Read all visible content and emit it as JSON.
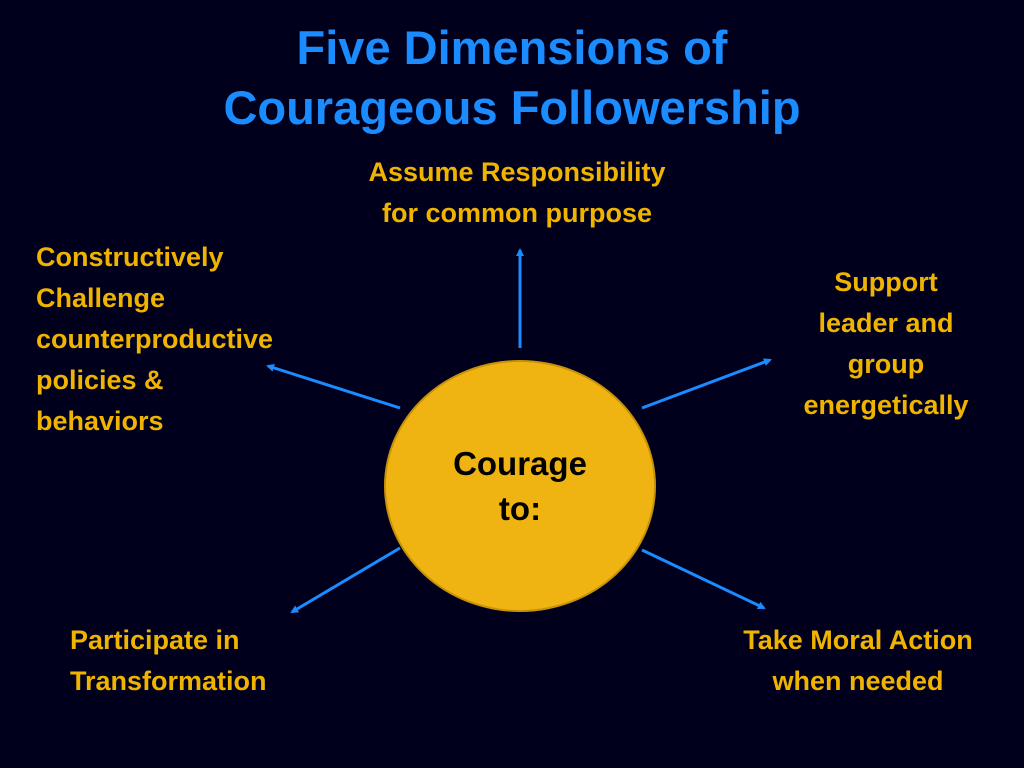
{
  "title": {
    "line1": "Five Dimensions of",
    "line2": "Courageous Followership"
  },
  "center": {
    "line1": "Courage",
    "line2": "to:"
  },
  "dimensions": {
    "top": [
      "Assume Responsibility",
      "for common purpose"
    ],
    "left": [
      "Constructively",
      "Challenge",
      "counterproductive",
      "policies &",
      "behaviors"
    ],
    "right": [
      "Support",
      "leader and",
      "group",
      "energetically"
    ],
    "bottom_left": [
      "Participate in",
      "Transformation"
    ],
    "bottom_right": [
      "Take Moral Action",
      "when needed"
    ]
  },
  "colors": {
    "background": "#00001c",
    "title": "#1a8cff",
    "label": "#f0b400",
    "circle": "#f0b412",
    "arrow": "#1a8cff"
  }
}
